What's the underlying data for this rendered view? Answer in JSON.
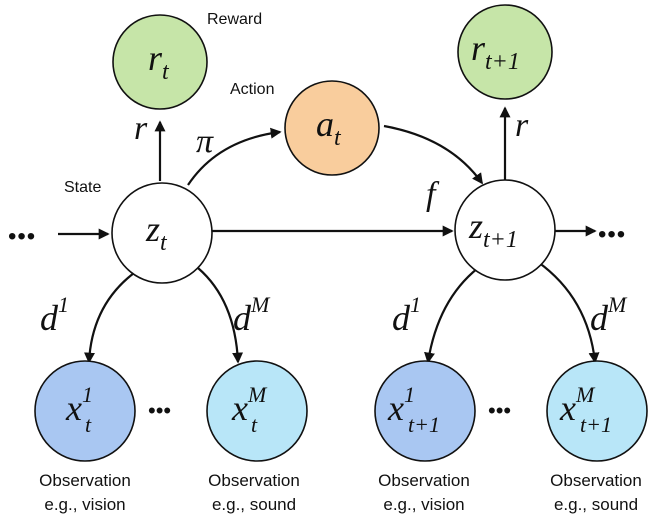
{
  "labels": {
    "reward": "Reward",
    "action": "Action",
    "state": "State",
    "obs_vision_1": "Observation",
    "obs_vision_2": "e.g., vision",
    "obs_sound_1": "Observation",
    "obs_sound_2": "e.g., sound",
    "obs_vision2_1": "Observation",
    "obs_vision2_2": "e.g., vision",
    "obs_sound2_1": "Observation",
    "obs_sound2_2": "e.g., sound"
  },
  "nodes": {
    "r_t": {
      "base": "r",
      "sub": "t",
      "color": "#c6e5a8"
    },
    "a_t": {
      "base": "a",
      "sub": "t",
      "color": "#f9cd9d"
    },
    "z_t": {
      "base": "z",
      "sub": "t",
      "color": "#ffffff"
    },
    "r_t1": {
      "base": "r",
      "sub": "t+1",
      "color": "#c6e5a8"
    },
    "z_t1": {
      "base": "z",
      "sub": "t+1",
      "color": "#ffffff"
    },
    "x1_t": {
      "base": "x",
      "sup": "1",
      "sub": "t",
      "color": "#a9c7f2"
    },
    "xM_t": {
      "base": "x",
      "sup": "M",
      "sub": "t",
      "color": "#b8e6f8"
    },
    "x1_t1": {
      "base": "x",
      "sup": "1",
      "sub": "t+1",
      "color": "#a9c7f2"
    },
    "xM_t1": {
      "base": "x",
      "sup": "M",
      "sub": "t+1",
      "color": "#b8e6f8"
    }
  },
  "edge_labels": {
    "r_left": "r",
    "r_right": "r",
    "pi": "π",
    "f": "f",
    "d_left_1": {
      "base": "d",
      "sup": "1"
    },
    "d_left_M": {
      "base": "d",
      "sup": "M"
    },
    "d_right_1": {
      "base": "d",
      "sup": "1"
    },
    "d_right_M": {
      "base": "d",
      "sup": "M"
    }
  },
  "ellipsis": "•••"
}
